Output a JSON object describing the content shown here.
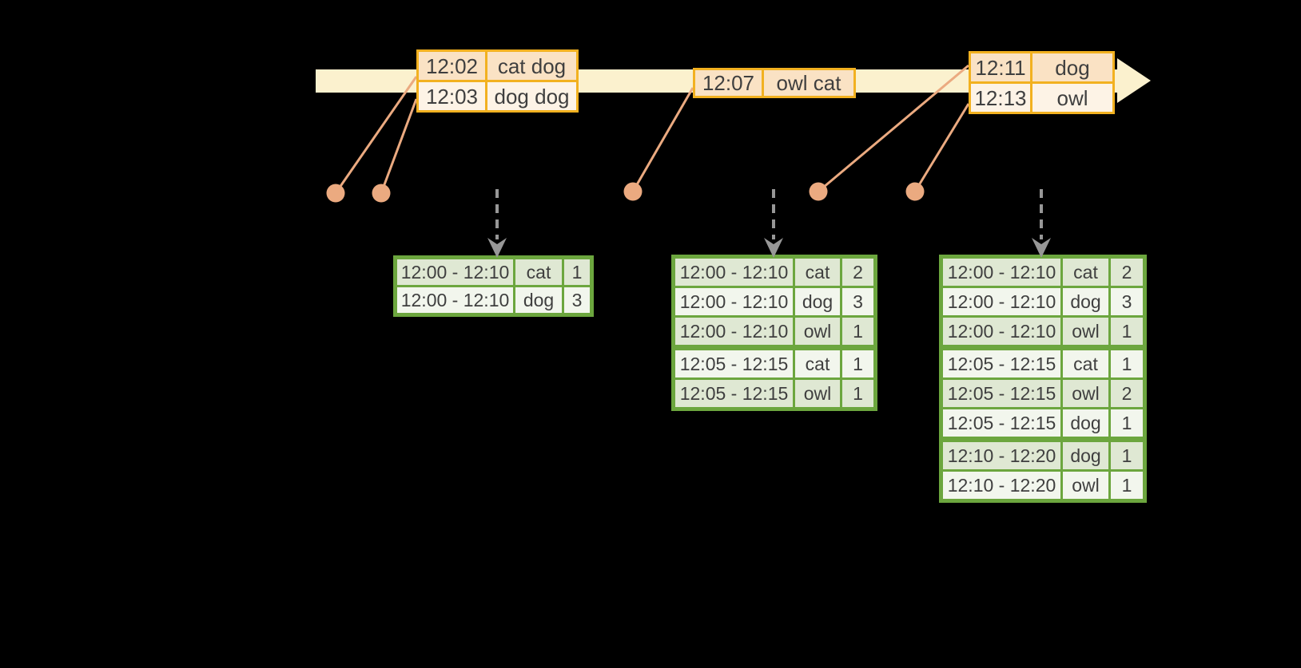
{
  "diagram": {
    "background": "#000000",
    "colors": {
      "timeline_fill": "#fbf1ce",
      "input_table_border": "#f2b120",
      "input_row_dark": "#fae2c4",
      "input_row_light": "#fdf3e6",
      "connector_and_dots": "#ebaa80",
      "result_table_border": "#6ca63e",
      "result_row_dark": "#dfe8d3",
      "result_row_light": "#f2f6ed",
      "dashed_arrow": "#979797",
      "table_text": "#3f3f3f"
    },
    "event_dot_count": 5,
    "input_tables": [
      {
        "rows": [
          {
            "time": "12:02",
            "words": "cat dog"
          },
          {
            "time": "12:03",
            "words": "dog dog"
          }
        ]
      },
      {
        "rows": [
          {
            "time": "12:07",
            "words": "owl cat"
          }
        ]
      },
      {
        "rows": [
          {
            "time": "12:11",
            "words": "dog"
          },
          {
            "time": "12:13",
            "words": "owl"
          }
        ]
      }
    ],
    "result_tables": [
      {
        "rows": [
          {
            "window": "12:00 - 12:10",
            "word": "cat",
            "count": "1"
          },
          {
            "window": "12:00 - 12:10",
            "word": "dog",
            "count": "3"
          }
        ]
      },
      {
        "rows": [
          {
            "window": "12:00 - 12:10",
            "word": "cat",
            "count": "2"
          },
          {
            "window": "12:00 - 12:10",
            "word": "dog",
            "count": "3"
          },
          {
            "window": "12:00 - 12:10",
            "word": "owl",
            "count": "1"
          },
          {
            "window": "12:05 - 12:15",
            "word": "cat",
            "count": "1"
          },
          {
            "window": "12:05 - 12:15",
            "word": "owl",
            "count": "1"
          }
        ]
      },
      {
        "rows": [
          {
            "window": "12:00 - 12:10",
            "word": "cat",
            "count": "2"
          },
          {
            "window": "12:00 - 12:10",
            "word": "dog",
            "count": "3"
          },
          {
            "window": "12:00 - 12:10",
            "word": "owl",
            "count": "1"
          },
          {
            "window": "12:05 - 12:15",
            "word": "cat",
            "count": "1"
          },
          {
            "window": "12:05 - 12:15",
            "word": "owl",
            "count": "2"
          },
          {
            "window": "12:05 - 12:15",
            "word": "dog",
            "count": "1"
          },
          {
            "window": "12:10 - 12:20",
            "word": "dog",
            "count": "1"
          },
          {
            "window": "12:10 - 12:20",
            "word": "owl",
            "count": "1"
          }
        ]
      }
    ]
  }
}
